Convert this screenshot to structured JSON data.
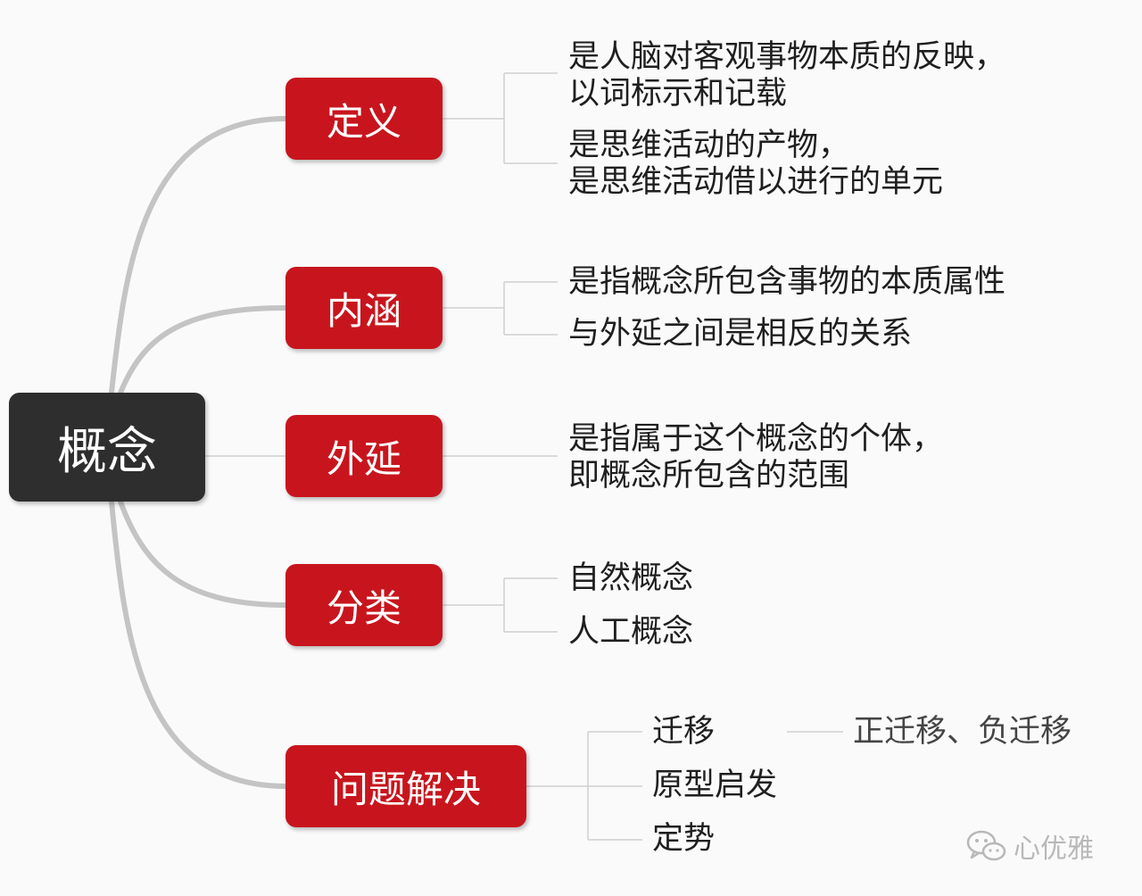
{
  "colors": {
    "root": "#2e2e2e",
    "branch": "#c8151d",
    "connector": "#c4c4c4",
    "thin_connector": "#d0d0d0",
    "text": "#1f1f1f",
    "watermark": "#b8b8b8"
  },
  "root": {
    "label": "概念"
  },
  "branches": [
    {
      "id": "definition",
      "label": "定义",
      "children": [
        {
          "lines": [
            "是人脑对客观事物本质的反映，",
            "以词标示和记载"
          ]
        },
        {
          "lines": [
            "是思维活动的产物，",
            "是思维活动借以进行的单元"
          ]
        }
      ]
    },
    {
      "id": "intension",
      "label": "内涵",
      "children": [
        {
          "lines": [
            "是指概念所包含事物的本质属性"
          ]
        },
        {
          "lines": [
            "与外延之间是相反的关系"
          ]
        }
      ]
    },
    {
      "id": "extension",
      "label": "外延",
      "children": [
        {
          "lines": [
            "是指属于这个概念的个体，",
            "即概念所包含的范围"
          ]
        }
      ]
    },
    {
      "id": "classification",
      "label": "分类",
      "children": [
        {
          "lines": [
            "自然概念"
          ]
        },
        {
          "lines": [
            "人工概念"
          ]
        }
      ]
    },
    {
      "id": "problem-solving",
      "label": "问题解决",
      "children": [
        {
          "lines": [
            "迁移"
          ],
          "sub": "正迁移、负迁移"
        },
        {
          "lines": [
            "原型启发"
          ]
        },
        {
          "lines": [
            "定势"
          ]
        }
      ]
    }
  ],
  "watermark": {
    "text": "心优雅",
    "icon": "wechat-icon"
  }
}
